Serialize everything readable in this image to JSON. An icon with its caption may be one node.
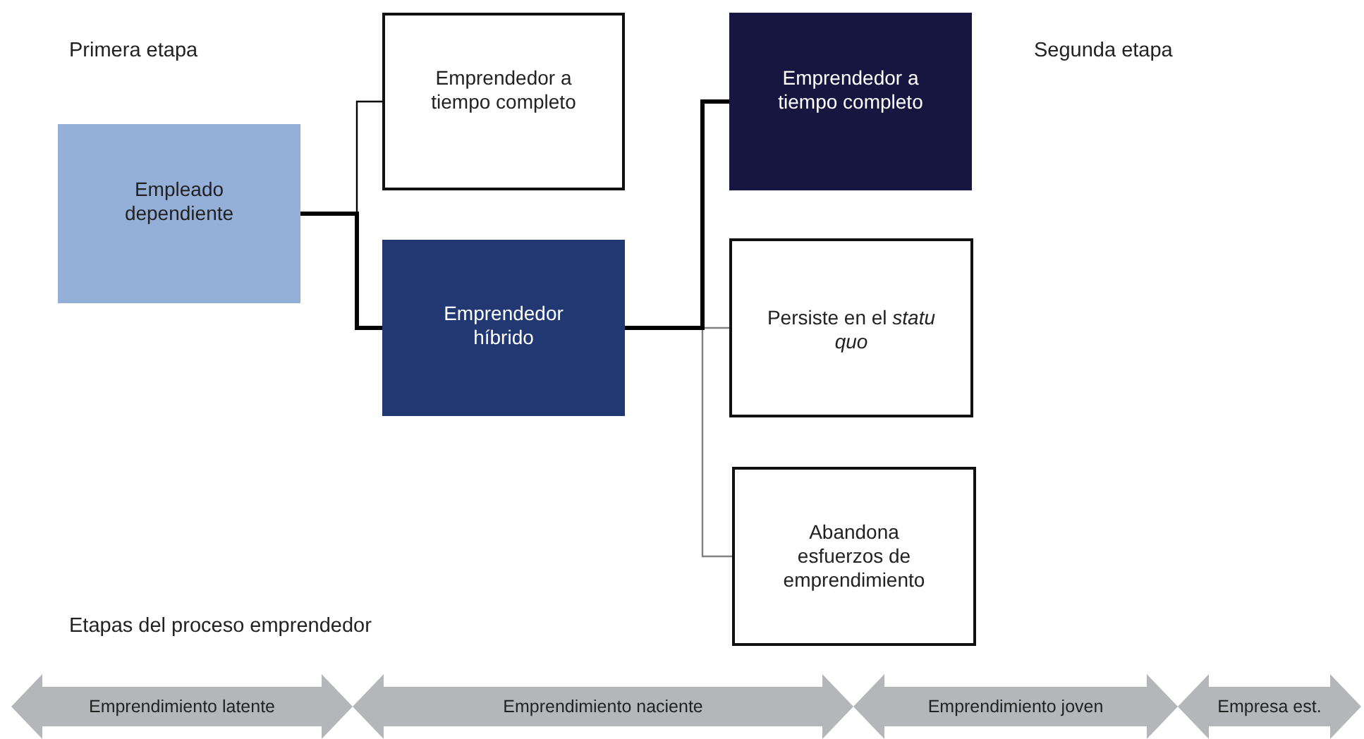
{
  "diagram": {
    "nodes": [
      {
        "text": [
          "Empleado dependiente"
        ]
      },
      {
        "text": [
          "Emprendedor a tiempo completo"
        ]
      },
      {
        "text": [
          "Emprendedor híbrido"
        ]
      },
      {
        "text": [
          "Emprendedor a tiempo completo"
        ]
      },
      {
        "text": [
          "Persiste en el *statu quo*"
        ]
      },
      {
        "text": [
          "Abandona esfuerzos de emprendimiento"
        ]
      },
      {
        "text": [
          "Emprendimiento latente"
        ]
      },
      {
        "text": [
          "Emprendimiento naciente"
        ]
      },
      {
        "text": [
          "Emprendimiento joven"
        ]
      },
      {
        "text": [
          "Empresa est."
        ]
      }
    ],
    "edges": [
      {
        "from": 0,
        "to": 1,
        "arrow": "none"
      },
      {
        "from": 0,
        "to": 2,
        "arrow": "none",
        "style": "thick"
      },
      {
        "from": 2,
        "to": 3,
        "arrow": "none",
        "style": "thick"
      },
      {
        "from": 2,
        "to": 4,
        "arrow": "none",
        "color": "#808080"
      },
      {
        "from": 2,
        "to": 5,
        "arrow": "none",
        "color": "#808080"
      }
    ],
    "labels": [
      "Primera etapa",
      "Segunda etapa",
      "Etapas del proceso emprendedor"
    ]
  }
}
